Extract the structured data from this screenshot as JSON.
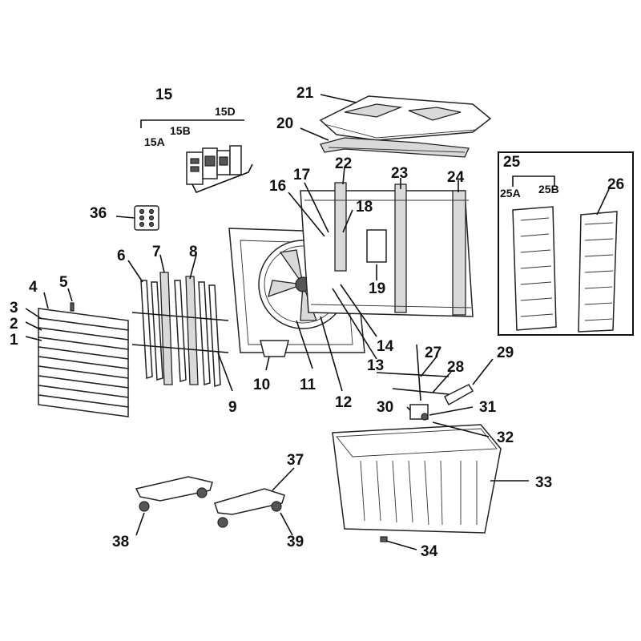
{
  "labels": {
    "p1": "1",
    "p2": "2",
    "p3": "3",
    "p4": "4",
    "p5": "5",
    "p6": "6",
    "p7": "7",
    "p8": "8",
    "p9": "9",
    "p10": "10",
    "p11": "11",
    "p12": "12",
    "p13": "13",
    "p14": "14",
    "p15": "15",
    "p15a": "15A",
    "p15b": "15B",
    "p15d": "15D",
    "p16": "16",
    "p17": "17",
    "p18": "18",
    "p19": "19",
    "p20": "20",
    "p21": "21",
    "p22": "22",
    "p23": "23",
    "p24": "24",
    "p25": "25",
    "p25a": "25A",
    "p25b": "25B",
    "p26": "26",
    "p27": "27",
    "p28": "28",
    "p29": "29",
    "p30": "30",
    "p31": "31",
    "p32": "32",
    "p33": "33",
    "p34": "34",
    "p36": "36",
    "p37": "37",
    "p38": "38",
    "p39": "39"
  }
}
